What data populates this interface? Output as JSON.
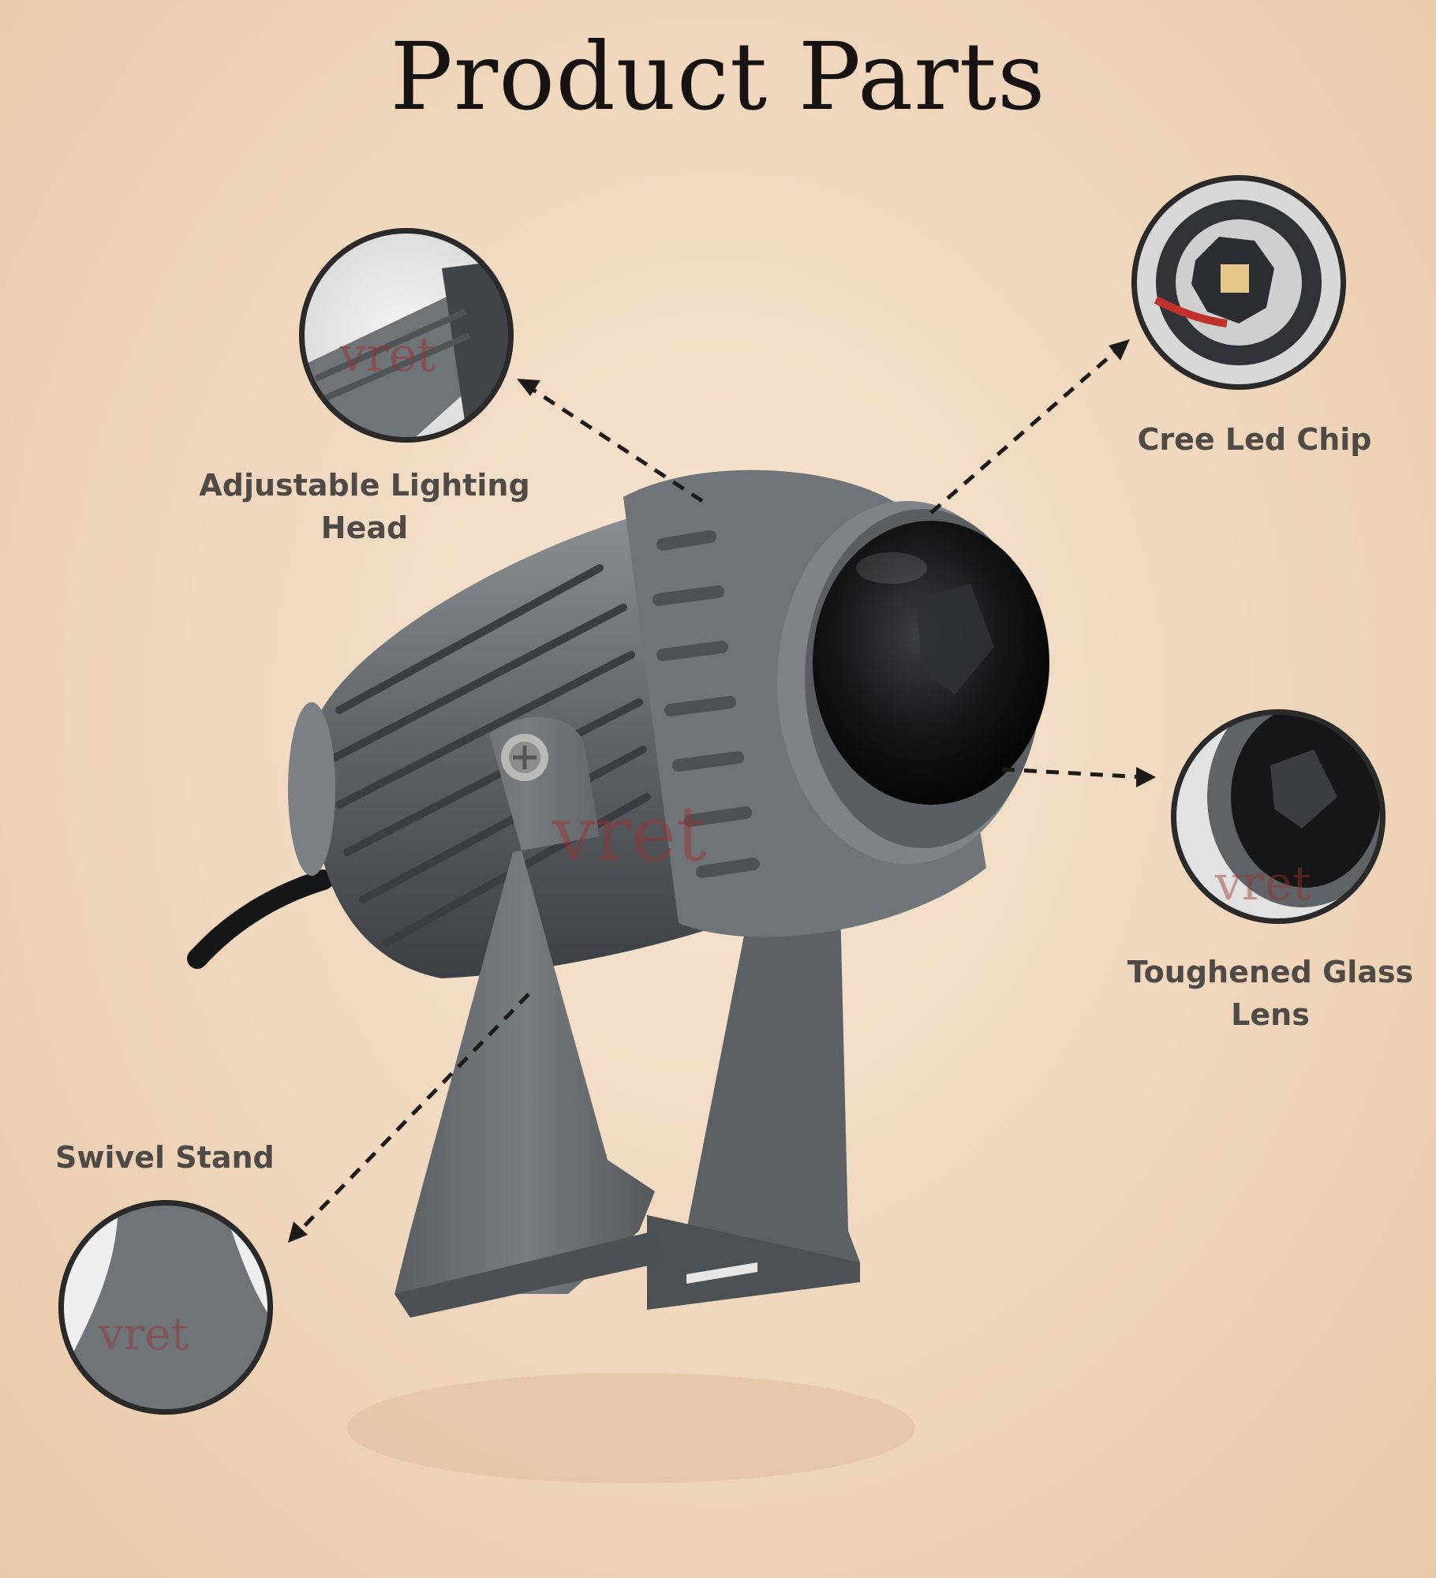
{
  "title": "Product Parts",
  "parts": {
    "head": {
      "lines": [
        "Adjustable Lighting",
        "Head"
      ]
    },
    "chip": {
      "lines": [
        "Cree Led Chip"
      ]
    },
    "lens": {
      "lines": [
        "Toughened Glass",
        "Lens"
      ]
    },
    "stand": {
      "lines": [
        "Swivel Stand"
      ]
    }
  },
  "watermark": "vret",
  "colors": {
    "background": "#f1d9c0",
    "body_gray": "#6f7478",
    "dark_gray": "#3f4448",
    "lens_black": "#111214",
    "title_text": "#161312",
    "label_text": "#4f4a46"
  }
}
